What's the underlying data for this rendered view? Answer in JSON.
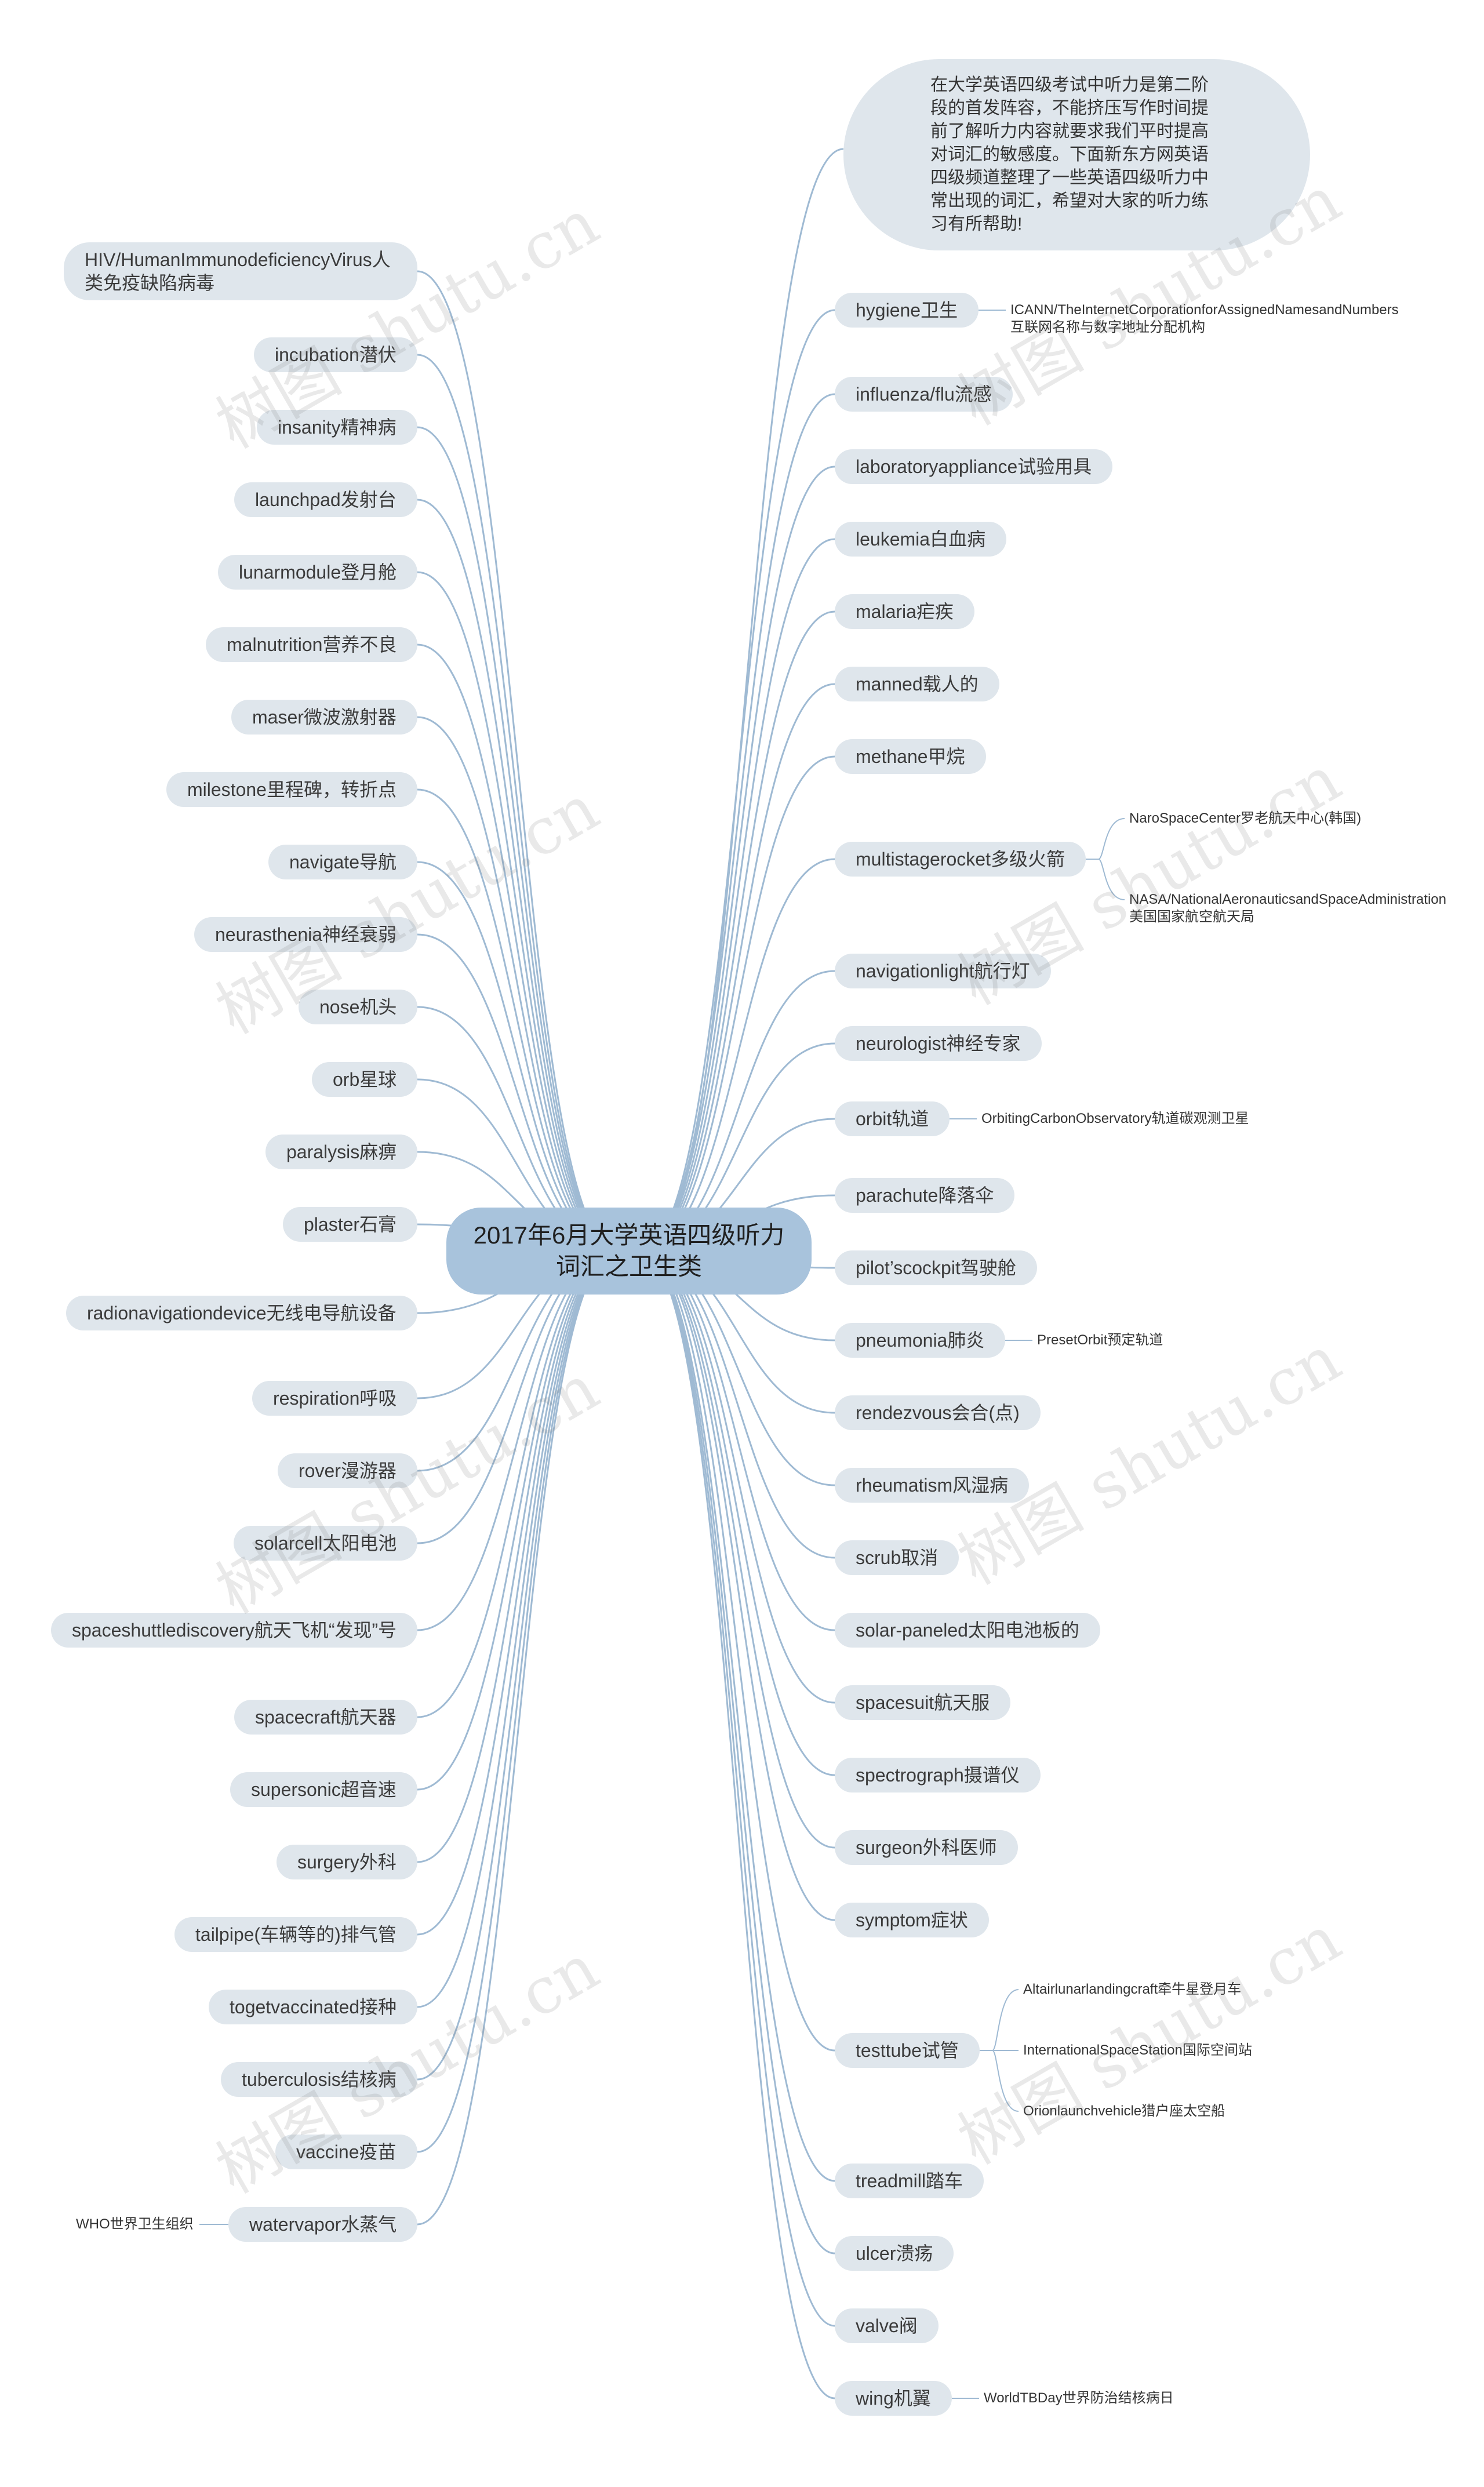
{
  "center": {
    "title": "2017年6月大学英语四级听力词汇之卫生类"
  },
  "intro": "在大学英语四级考试中听力是第二阶段的首发阵容，不能挤压写作时间提前了解听力内容就要求我们平时提高对词汇的敏感度。下面新东方网英语四级频道整理了一些英语四级听力中常出现的词汇，希望对大家的听力练习有所帮助!",
  "watermark": "树图 shutu.cn",
  "left_branches": [
    {
      "label": "HIV/HumanImmunodeficiencyVirus人类免疫缺陷病毒"
    },
    {
      "label": "incubation潜伏"
    },
    {
      "label": "insanity精神病"
    },
    {
      "label": "launchpad发射台"
    },
    {
      "label": "lunarmodule登月舱"
    },
    {
      "label": "malnutrition营养不良"
    },
    {
      "label": "maser微波激射器"
    },
    {
      "label": "milestone里程碑，转折点"
    },
    {
      "label": "navigate导航"
    },
    {
      "label": "neurasthenia神经衰弱"
    },
    {
      "label": "nose机头"
    },
    {
      "label": "orb星球"
    },
    {
      "label": "paralysis麻痹"
    },
    {
      "label": "plaster石膏"
    },
    {
      "label": "radionavigationdevice无线电导航设备"
    },
    {
      "label": "respiration呼吸"
    },
    {
      "label": "rover漫游器"
    },
    {
      "label": "solarcell太阳电池"
    },
    {
      "label": "spaceshuttlediscovery航天飞机“发现”号"
    },
    {
      "label": "spacecraft航天器"
    },
    {
      "label": "supersonic超音速"
    },
    {
      "label": "surgery外科"
    },
    {
      "label": "tailpipe(车辆等的)排气管"
    },
    {
      "label": "togetvaccinated接种"
    },
    {
      "label": "tuberculosis结核病"
    },
    {
      "label": "vaccine疫苗"
    },
    {
      "label": "watervapor水蒸气",
      "children": [
        "WHO世界卫生组织"
      ]
    }
  ],
  "right_branches": [
    {
      "label": "hygiene卫生",
      "children": [
        "ICANN/TheInternetCorporationforAssignedNamesandNumbers互联网名称与数字地址分配机构"
      ]
    },
    {
      "label": "influenza/flu流感"
    },
    {
      "label": "laboratoryappliance试验用具"
    },
    {
      "label": "leukemia白血病"
    },
    {
      "label": "malaria疟疾"
    },
    {
      "label": "manned载人的"
    },
    {
      "label": "methane甲烷"
    },
    {
      "label": "multistagerocket多级火箭",
      "children": [
        "NaroSpaceCenter罗老航天中心(韩国)",
        "NASA/NationalAeronauticsandSpaceAdministration美国国家航空航天局"
      ]
    },
    {
      "label": "navigationlight航行灯"
    },
    {
      "label": "neurologist神经专家"
    },
    {
      "label": "orbit轨道",
      "children": [
        "OrbitingCarbonObservatory轨道碳观测卫星"
      ]
    },
    {
      "label": "parachute降落伞"
    },
    {
      "label": "pilot’scockpit驾驶舱"
    },
    {
      "label": "pneumonia肺炎",
      "children": [
        "PresetOrbit预定轨道"
      ]
    },
    {
      "label": "rendezvous会合(点)"
    },
    {
      "label": "rheumatism风湿病"
    },
    {
      "label": "scrub取消"
    },
    {
      "label": "solar-paneled太阳电池板的"
    },
    {
      "label": "spacesuit航天服"
    },
    {
      "label": "spectrograph摄谱仪"
    },
    {
      "label": "surgeon外科医师"
    },
    {
      "label": "symptom症状"
    },
    {
      "label": "testtube试管",
      "children": [
        "Altairlunarlandingcraft牵牛星登月车",
        "InternationalSpaceStation国际空间站",
        "Orionlaunchvehicle猎户座太空船"
      ]
    },
    {
      "label": "treadmill踏车"
    },
    {
      "label": "ulcer溃疡"
    },
    {
      "label": "valve阀"
    },
    {
      "label": "wing机翼",
      "children": [
        "WorldTBDay世界防治结核病日"
      ]
    }
  ]
}
